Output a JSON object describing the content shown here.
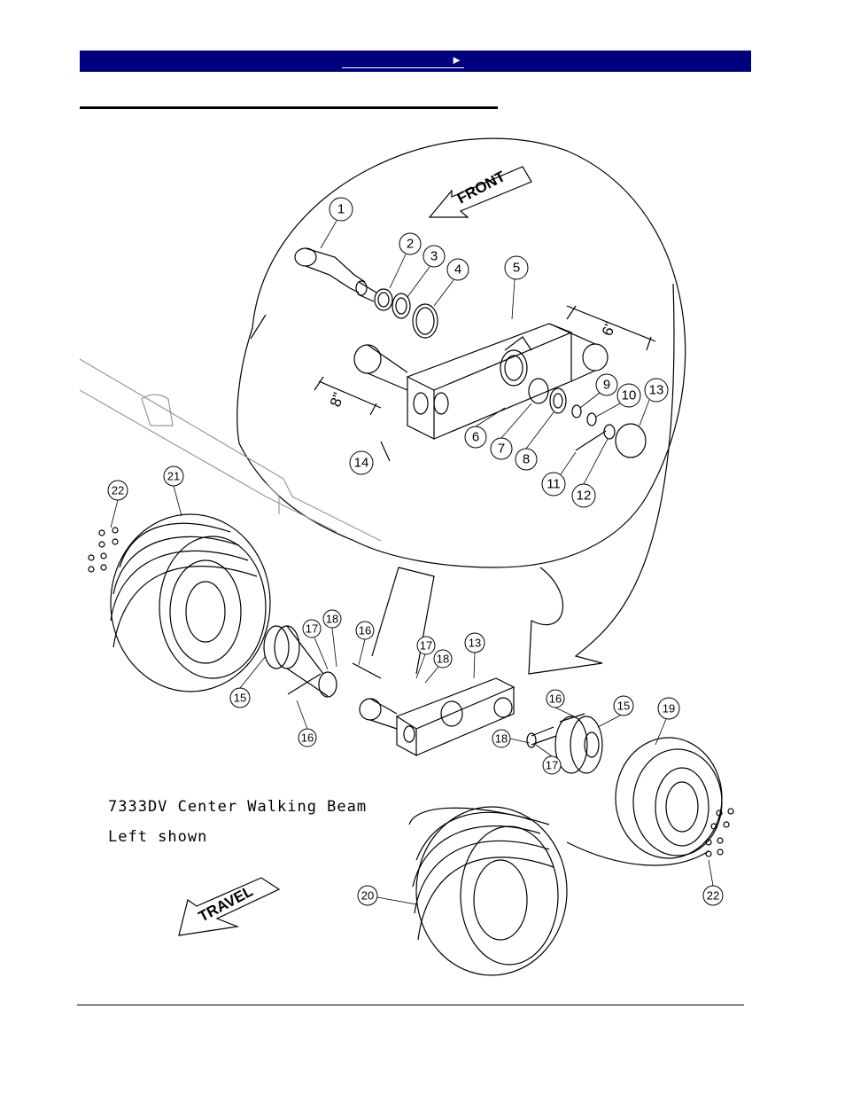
{
  "header": {
    "nav_label": "►"
  },
  "diagram": {
    "front_label": "FRONT",
    "travel_label": "TRAVEL",
    "dim_6": "6\"",
    "dim_8": "8\"",
    "caption_line1": "7333DV Center Walking Beam",
    "caption_line2": "Left shown",
    "callouts": [
      "1",
      "2",
      "3",
      "4",
      "5",
      "6",
      "7",
      "8",
      "9",
      "10",
      "11",
      "12",
      "13",
      "14",
      "13",
      "15",
      "15",
      "16",
      "16",
      "16",
      "17",
      "17",
      "17",
      "18",
      "18",
      "18",
      "19",
      "20",
      "21",
      "22",
      "22"
    ]
  }
}
